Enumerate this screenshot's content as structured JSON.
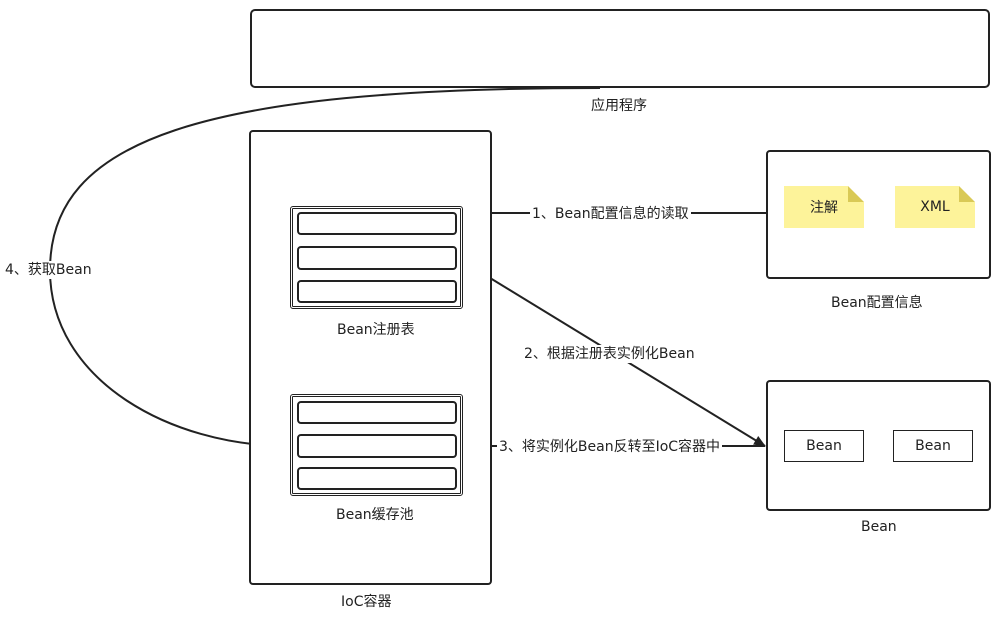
{
  "app": {
    "label": "应用程序"
  },
  "ioc": {
    "label": "IoC容器",
    "registry": {
      "label": "Bean注册表"
    },
    "cache": {
      "label": "Bean缓存池"
    }
  },
  "config": {
    "label": "Bean配置信息",
    "notes": [
      "注解",
      "XML"
    ]
  },
  "beans": {
    "label": "Bean",
    "items": [
      "Bean",
      "Bean"
    ]
  },
  "edges": {
    "step1": "1、Bean配置信息的读取",
    "step2": "2、根据注册表实例化Bean",
    "step3": "3、将实例化Bean反转至IoC容器中",
    "step4": "4、获取Bean"
  }
}
